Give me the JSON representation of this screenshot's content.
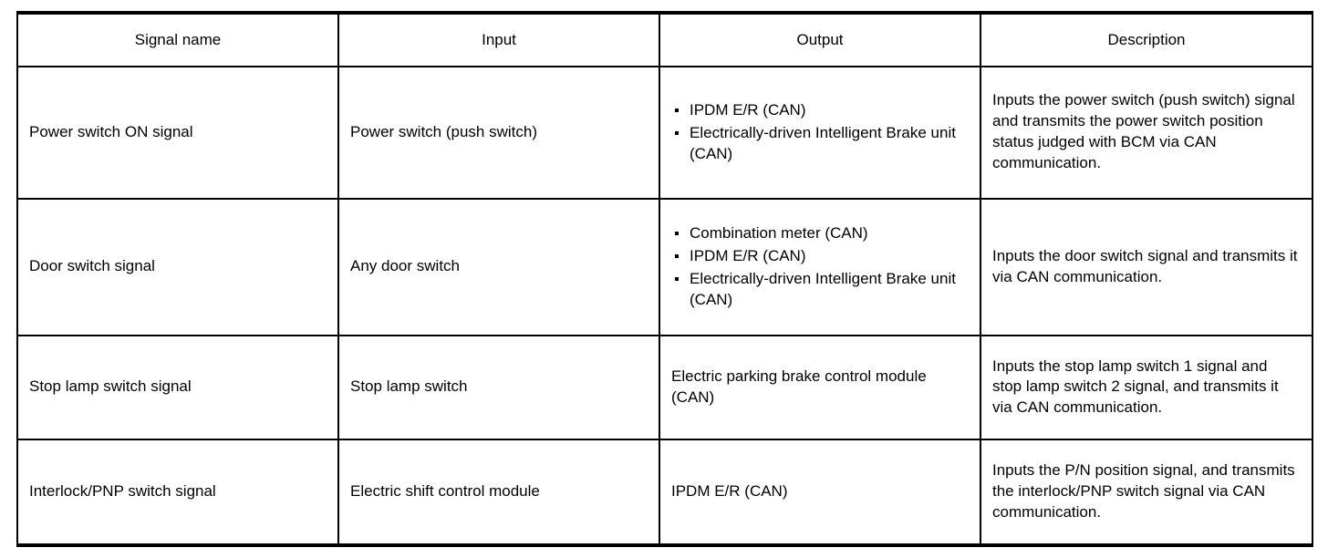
{
  "table": {
    "columns": [
      {
        "key": "signal_name",
        "label": "Signal name"
      },
      {
        "key": "input",
        "label": "Input"
      },
      {
        "key": "output",
        "label": "Output"
      },
      {
        "key": "description",
        "label": "Description"
      }
    ],
    "rows": [
      {
        "signal_name": "Power switch ON signal",
        "input": "Power switch (push switch)",
        "output_items": [
          "IPDM E/R (CAN)",
          "Electrically-driven Intelligent Brake unit (CAN)"
        ],
        "description": "Inputs the power switch (push switch) signal and transmits the power switch position status judged with BCM via CAN communication."
      },
      {
        "signal_name": "Door switch signal",
        "input": "Any door switch",
        "output_items": [
          "Combination meter (CAN)",
          "IPDM E/R (CAN)",
          "Electrically-driven Intelligent Brake unit (CAN)"
        ],
        "description": "Inputs the door switch signal and transmits it via CAN communication."
      },
      {
        "signal_name": "Stop lamp switch signal",
        "input": "Stop lamp switch",
        "output_text": "Electric parking brake control module (CAN)",
        "description": "Inputs the stop lamp switch 1 signal and stop lamp switch 2 signal, and transmits it via CAN communication."
      },
      {
        "signal_name": "Interlock/PNP switch signal",
        "input": "Electric shift control module",
        "output_text": "IPDM E/R (CAN)",
        "description": "Inputs the P/N position signal, and transmits the interlock/PNP switch signal via CAN communication."
      }
    ]
  }
}
